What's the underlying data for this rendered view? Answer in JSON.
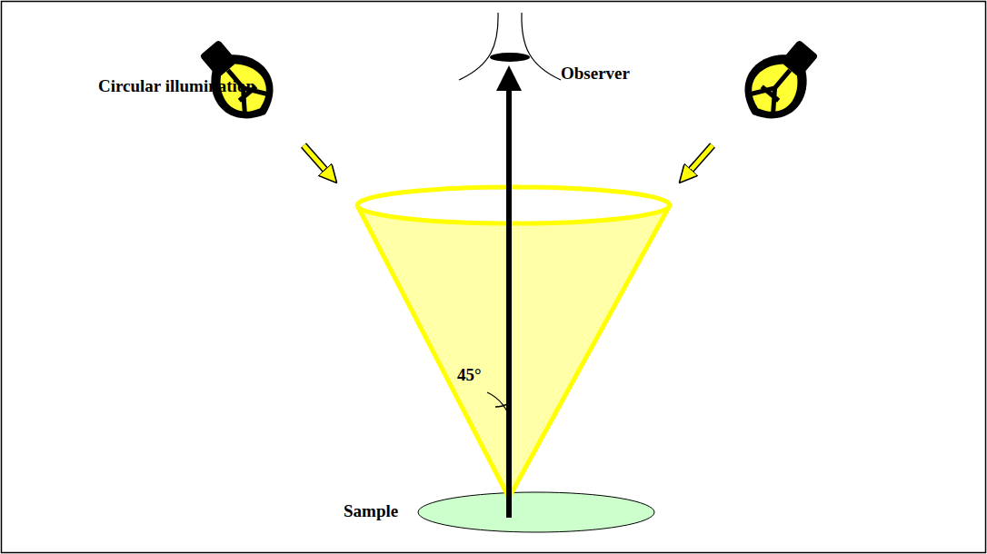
{
  "diagram": {
    "labels": [
      "Circular illumination",
      "Observer",
      "45°",
      "Sample"
    ]
  }
}
